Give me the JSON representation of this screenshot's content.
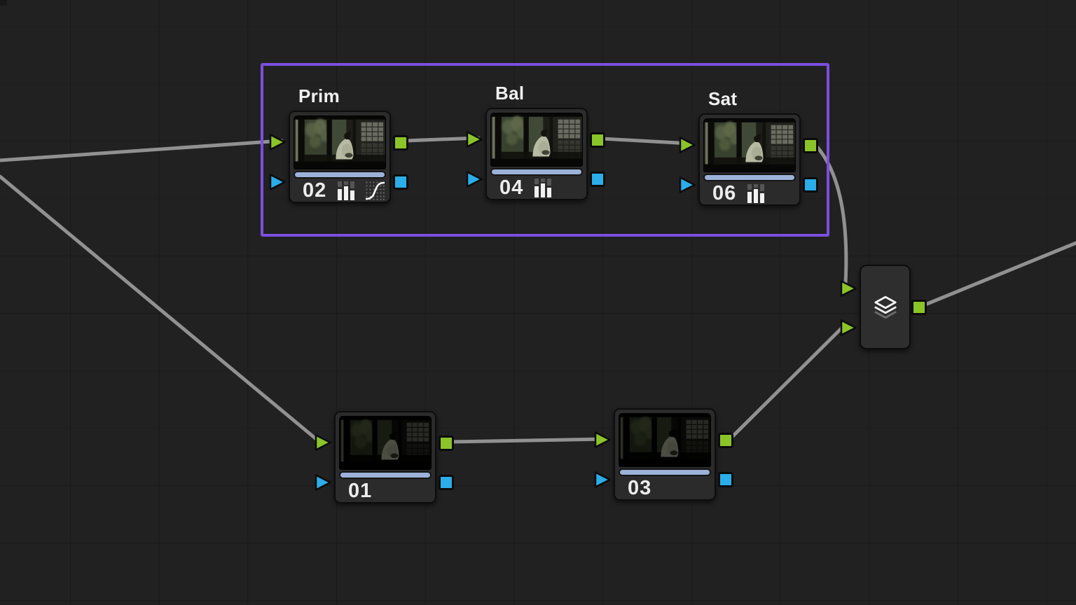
{
  "colors": {
    "bg": "#212121",
    "grid": "#1a1a1a",
    "wire": "#919191",
    "green": "#8bc428",
    "blue": "#2aade9",
    "purple": "#7b4fe0",
    "node-bg": "#2b2b2b",
    "progress": "#9cb2d9"
  },
  "nodes": [
    {
      "label": "Prim",
      "number": "02",
      "tools": [
        "adjustment-bars-icon",
        "custom-curves-icon"
      ]
    },
    {
      "label": "Bal",
      "number": "04",
      "tools": [
        "adjustment-bars-icon"
      ]
    },
    {
      "label": "Sat",
      "number": "06",
      "tools": [
        "adjustment-bars-icon"
      ]
    },
    {
      "label": "",
      "number": "01",
      "tools": []
    },
    {
      "label": "",
      "number": "03",
      "tools": []
    }
  ],
  "mixer": {
    "icon": "layers-icon"
  },
  "connections": [
    {
      "from": "canvas-left",
      "to": "node-02.rgb-input"
    },
    {
      "from": "canvas-left",
      "to": "node-01.rgb-input"
    },
    {
      "from": "node-02.rgb-output",
      "to": "node-04.rgb-input"
    },
    {
      "from": "node-04.rgb-output",
      "to": "node-06.rgb-input"
    },
    {
      "from": "node-06.rgb-output",
      "to": "layer-mixer.input-1"
    },
    {
      "from": "node-01.rgb-output",
      "to": "node-03.rgb-input"
    },
    {
      "from": "node-03.rgb-output",
      "to": "layer-mixer.input-2"
    },
    {
      "from": "layer-mixer.rgb-output",
      "to": "canvas-right"
    }
  ]
}
